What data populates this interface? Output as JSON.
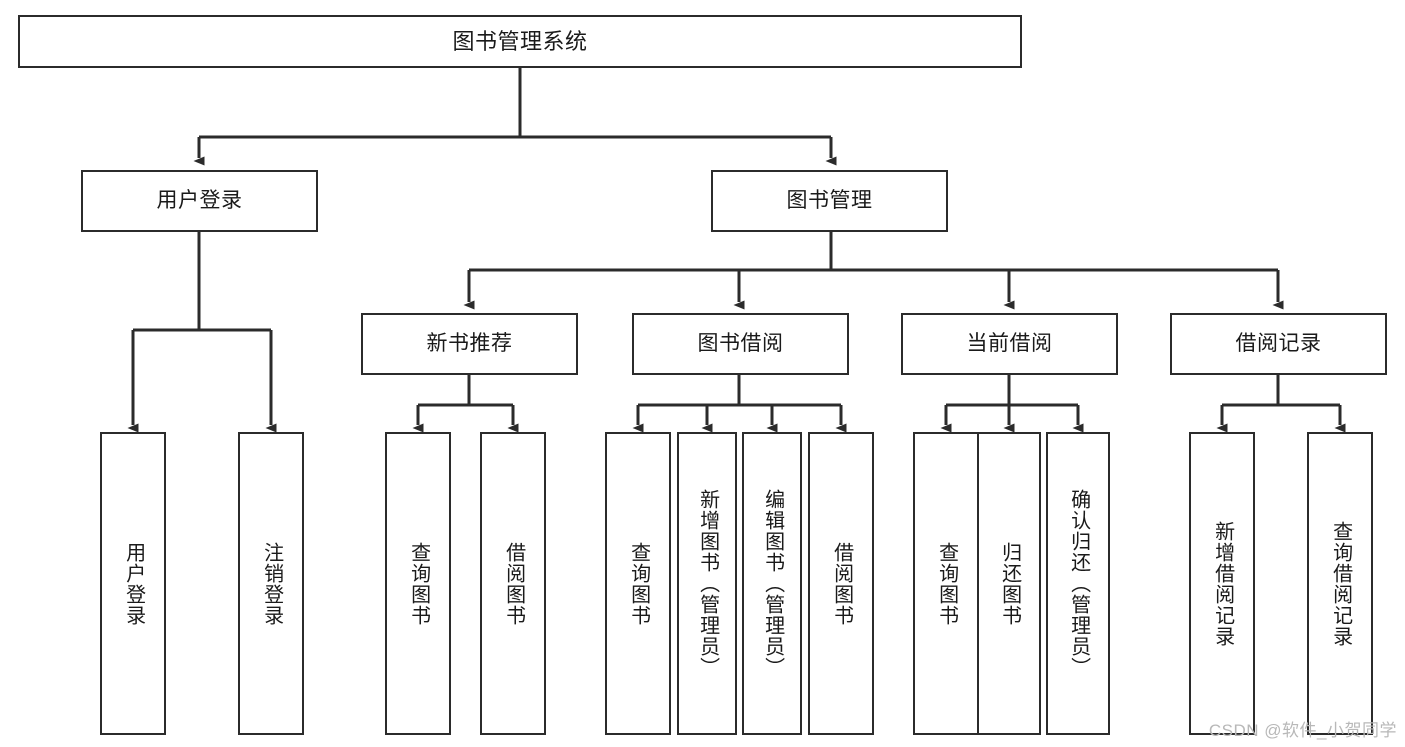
{
  "diagram": {
    "title": "图书管理系统",
    "type": "tree-hierarchy-chart",
    "watermark": "CSDN @软件_小贺同学",
    "colors": {
      "box_border": "#2b2b2b",
      "box_fill": "#ffffff",
      "edge": "#2b2b2b",
      "text": "#1a1a1a",
      "watermark": "#b8b8b8",
      "background": "#ffffff"
    }
  },
  "nodes": {
    "root": {
      "label": "图书管理系统"
    },
    "level2": [
      {
        "id": "user-login",
        "label": "用户登录"
      },
      {
        "id": "book-manage",
        "label": "图书管理"
      }
    ],
    "level3": [
      {
        "id": "new-book-recommend",
        "label": "新书推荐"
      },
      {
        "id": "book-borrow",
        "label": "图书借阅"
      },
      {
        "id": "current-borrow",
        "label": "当前借阅"
      },
      {
        "id": "borrow-record",
        "label": "借阅记录"
      }
    ],
    "leaves": [
      {
        "id": "leaf-user-login",
        "label": "用户登录",
        "parent": "user-login"
      },
      {
        "id": "leaf-logout-login",
        "label": "注销登录",
        "parent": "user-login"
      },
      {
        "id": "leaf-query-book-1",
        "label": "查询图书",
        "parent": "new-book-recommend"
      },
      {
        "id": "leaf-borrow-book-1",
        "label": "借阅图书",
        "parent": "new-book-recommend"
      },
      {
        "id": "leaf-query-book-2",
        "label": "查询图书",
        "parent": "book-borrow"
      },
      {
        "id": "leaf-add-book",
        "label": "新增图书（管理员）",
        "parent": "book-borrow"
      },
      {
        "id": "leaf-edit-book",
        "label": "编辑图书（管理员）",
        "parent": "book-borrow"
      },
      {
        "id": "leaf-borrow-book-2",
        "label": "借阅图书",
        "parent": "book-borrow"
      },
      {
        "id": "leaf-query-book-3",
        "label": "查询图书",
        "parent": "current-borrow"
      },
      {
        "id": "leaf-return-book",
        "label": "归还图书",
        "parent": "current-borrow"
      },
      {
        "id": "leaf-confirm-return",
        "label": "确认归还（管理员）",
        "parent": "current-borrow"
      },
      {
        "id": "leaf-add-record",
        "label": "新增借阅记录",
        "parent": "borrow-record"
      },
      {
        "id": "leaf-query-record",
        "label": "查询借阅记录",
        "parent": "borrow-record"
      }
    ]
  }
}
